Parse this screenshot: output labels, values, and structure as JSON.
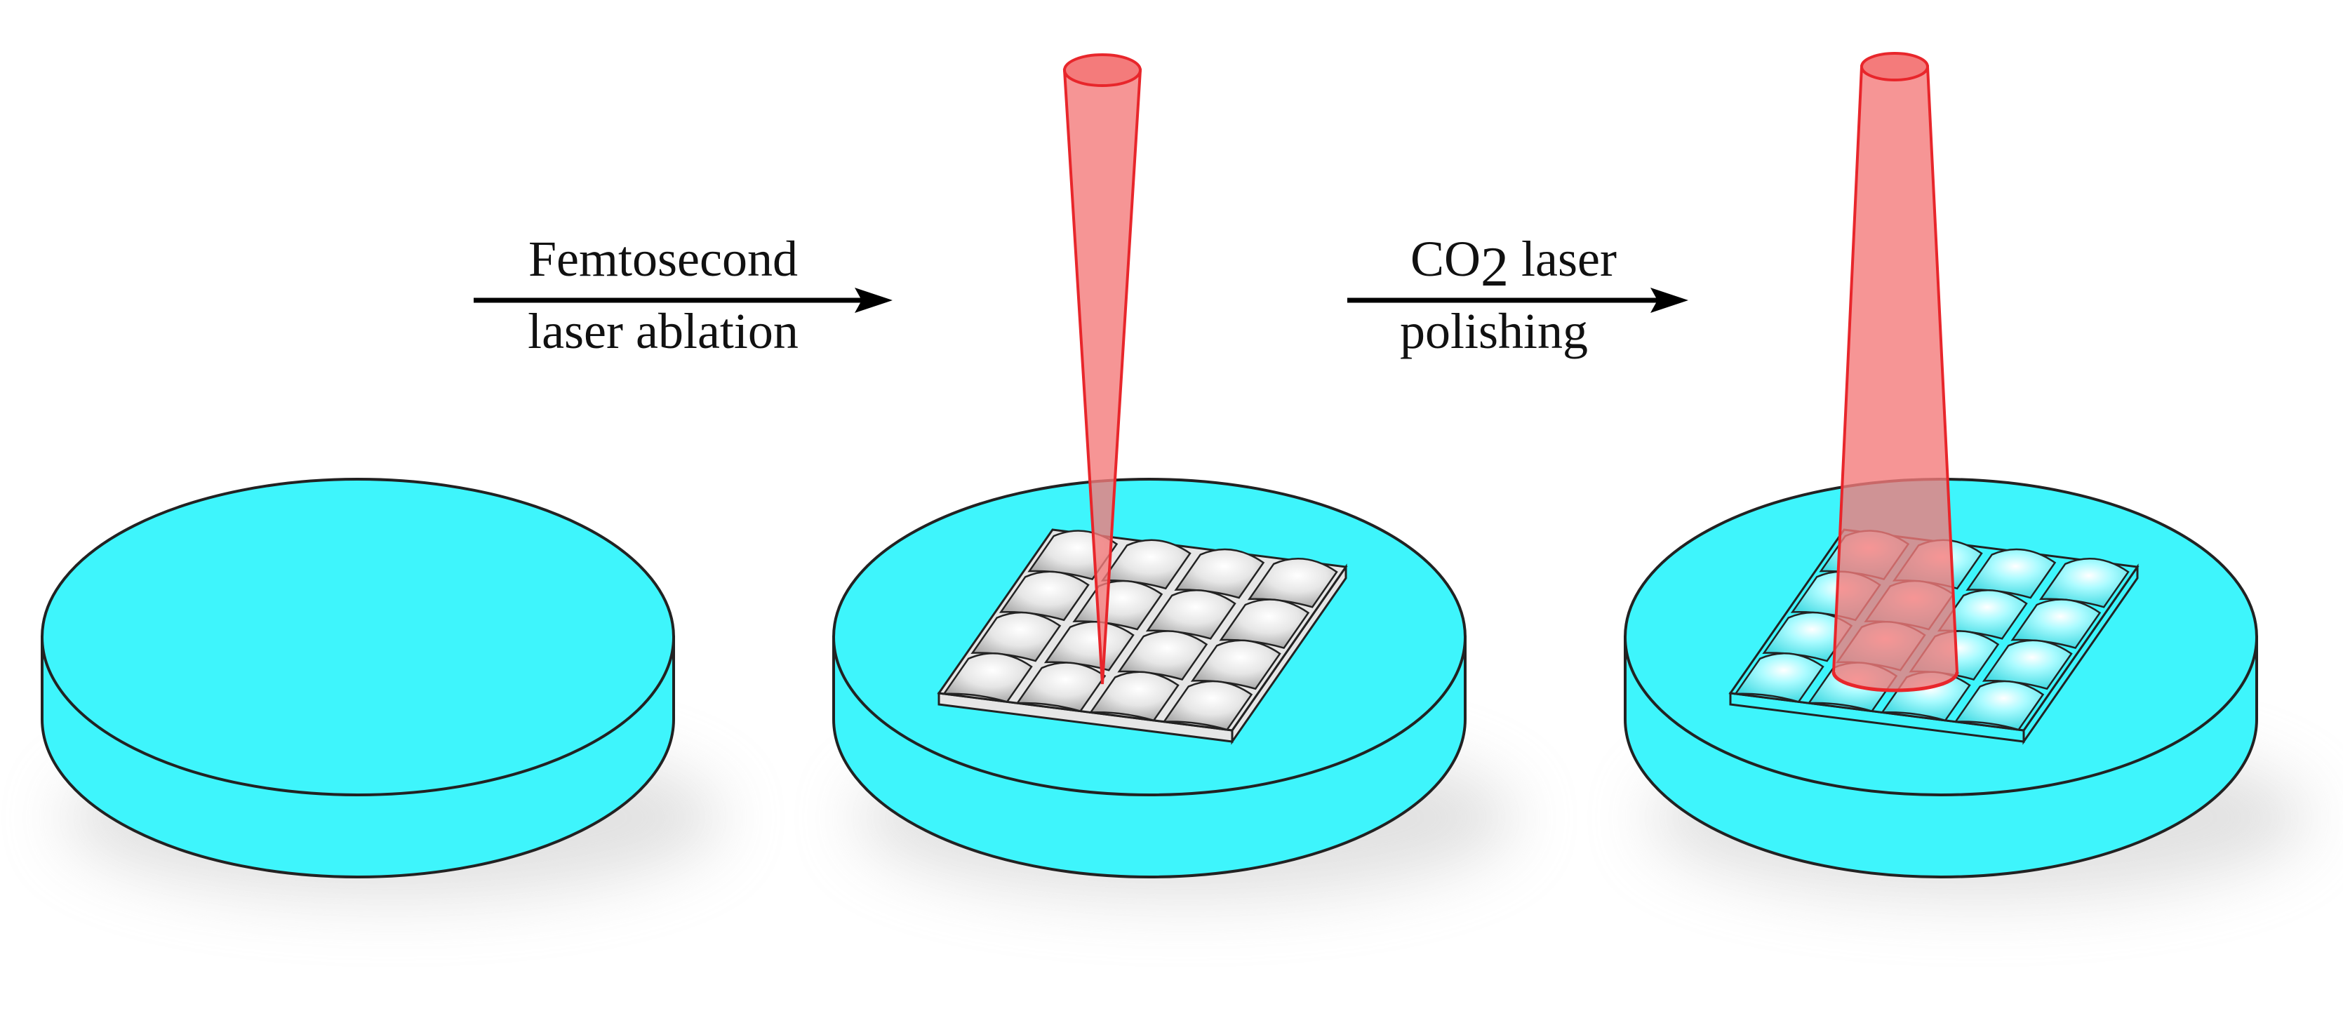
{
  "steps": [
    {
      "line1": "Femtosecond",
      "line2": "laser ablation"
    },
    {
      "line1_main": "CO",
      "line1_sub": "2",
      "line1_rest": " laser",
      "line2": "polishing"
    }
  ],
  "colors": {
    "substrate": "#3ef5fc",
    "outline": "#222222",
    "beam": "#f47b7b",
    "beam_edge": "#e8262b",
    "lens_ablated": "#e0e0e0",
    "lens_polished": "#3ef5fc",
    "arrow": "#000000"
  },
  "lens_array": {
    "rows": 4,
    "cols": 4
  }
}
